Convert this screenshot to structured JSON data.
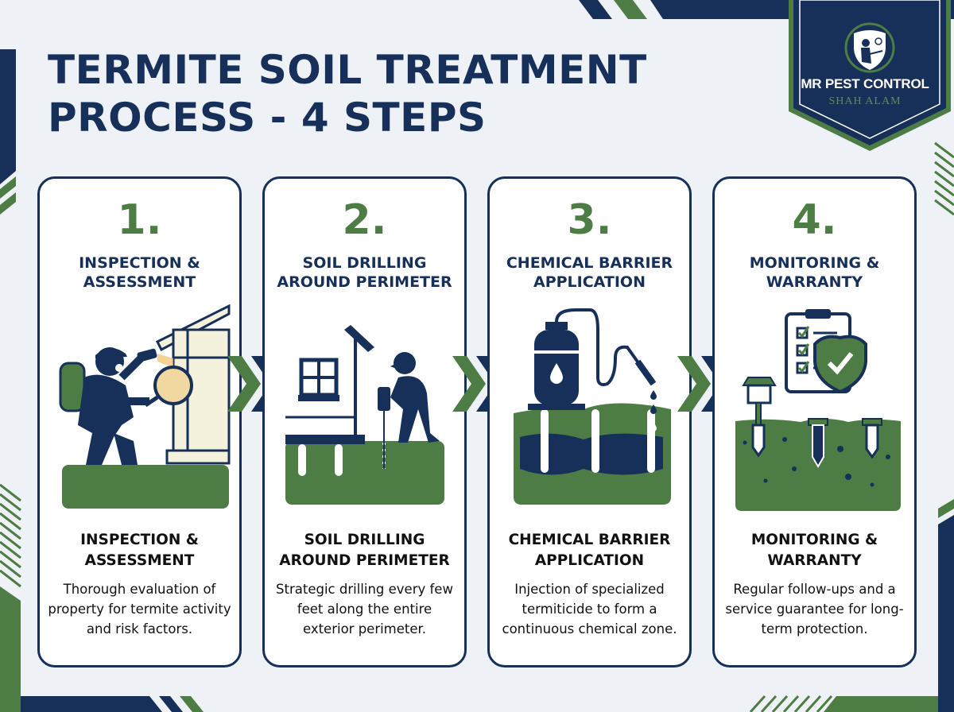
{
  "title": {
    "line1": "TERMITE SOIL TREATMENT",
    "line2": "PROCESS - 4 STEPS"
  },
  "badge": {
    "icon": "shield-pest-technician-icon",
    "name": "MR PEST CONTROL",
    "location": "SHAH ALAM"
  },
  "colors": {
    "navy": "#16305a",
    "green": "#4d7c45",
    "background": "#eef2f7",
    "card": "#ffffff"
  },
  "steps": [
    {
      "number": "1.",
      "heading": "INSPECTION & ASSESSMENT",
      "subheading": "INSPECTION & ASSESSMENT",
      "description": "Thorough evaluation of property for termite activity and risk factors.",
      "icon": "inspector-with-magnifier-icon"
    },
    {
      "number": "2.",
      "heading": "SOIL DRILLING AROUND PERIMETER",
      "subheading": "SOIL DRILLING AROUND PERIMETER",
      "description": "Strategic drilling every few feet along the entire exterior perimeter.",
      "icon": "worker-drilling-soil-icon"
    },
    {
      "number": "3.",
      "heading": "CHEMICAL BARRIER APPLICATION",
      "subheading": "CHEMICAL BARRIER APPLICATION",
      "description": "Injection of specialized termiticide to form a continuous chemical zone.",
      "icon": "chemical-tank-injection-icon"
    },
    {
      "number": "4.",
      "heading": "MONITORING & WARRANTY",
      "subheading": "MONITORING & WARRANTY",
      "description": "Regular follow-ups and a service guarantee for long-term protection.",
      "icon": "checklist-shield-bait-stations-icon"
    }
  ]
}
